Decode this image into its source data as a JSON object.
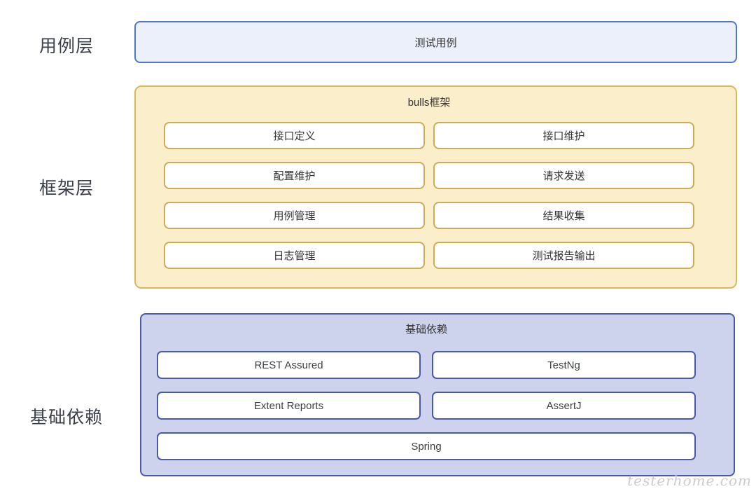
{
  "layers": {
    "use_case": {
      "label": "用例层"
    },
    "framework": {
      "label": "框架层"
    },
    "base": {
      "label": "基础依赖"
    }
  },
  "use_case": {
    "box_label": "测试用例"
  },
  "framework": {
    "container_title": "bulls框架",
    "modules": [
      "接口定义",
      "接口维护",
      "配置维护",
      "请求发送",
      "用例管理",
      "结果收集",
      "日志管理",
      "测试报告输出"
    ]
  },
  "base": {
    "container_title": "基础依赖",
    "dependencies": [
      "REST Assured",
      "TestNg",
      "Extent Reports",
      "AssertJ",
      "Spring"
    ]
  },
  "watermark": "testerhome.com",
  "colors": {
    "use_case_fill": "#ebf0fb",
    "use_case_border": "#4d78c6",
    "framework_fill": "#fbeecb",
    "framework_border": "#d9b75f",
    "framework_module_border": "#ceab55",
    "base_fill": "#cdd3ed",
    "base_border": "#4a59a8",
    "text": "#333333",
    "watermark": "#cccccc"
  }
}
